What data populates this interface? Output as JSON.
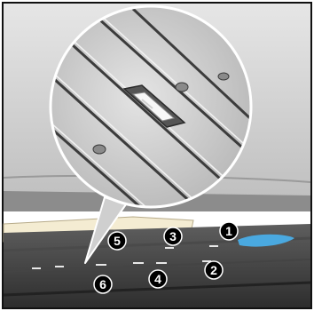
{
  "illustration": {
    "subject": "printer-platen-detail",
    "colors": {
      "frame": "#111111",
      "cover_light": "#dcdcdc",
      "cover_mid": "#b8b8b8",
      "platen_dark": "#3a3a3a",
      "platen_mid": "#5a5a5a",
      "paper": "#f4ecd2",
      "callout_fill": "#d2d2d2",
      "callout_stroke": "#ffffff",
      "badge_fill": "#000000",
      "badge_text": "#ffffff",
      "accent_blue": "#4aa9e0",
      "slot_mark": "#e8e8e8"
    }
  },
  "markers": [
    {
      "label": "1"
    },
    {
      "label": "2"
    },
    {
      "label": "3"
    },
    {
      "label": "4"
    },
    {
      "label": "5"
    },
    {
      "label": "6"
    }
  ]
}
